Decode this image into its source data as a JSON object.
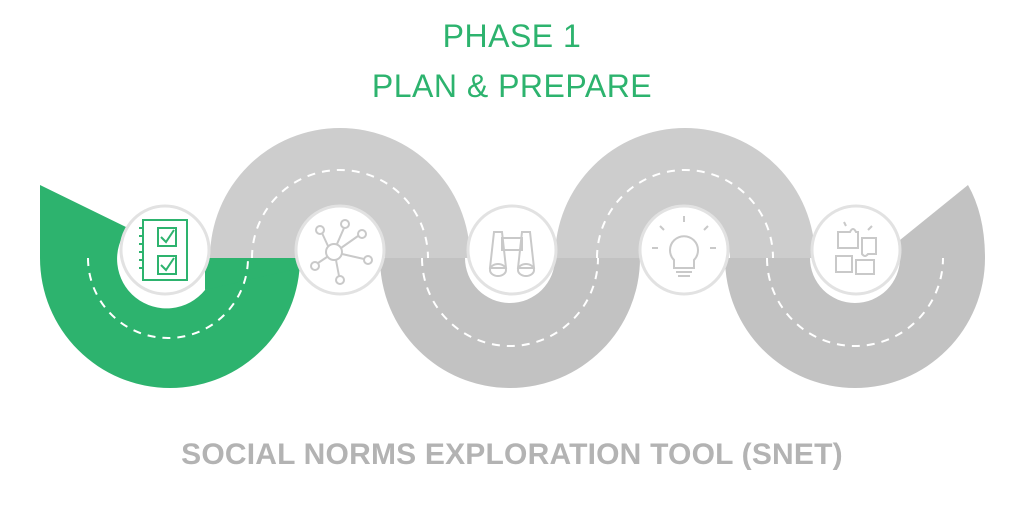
{
  "header": {
    "phase_label": "PHASE 1",
    "phase_name": "PLAN & PREPARE"
  },
  "road": {
    "active_color": "#2db36e",
    "inactive_color": "#c8c8c8",
    "inactive_color_dark": "#bdbdbd",
    "steps": [
      {
        "icon": "checklist-icon",
        "active": true
      },
      {
        "icon": "network-icon",
        "active": false
      },
      {
        "icon": "binoculars-icon",
        "active": false
      },
      {
        "icon": "lightbulb-icon",
        "active": false
      },
      {
        "icon": "puzzle-icon",
        "active": false
      }
    ]
  },
  "footer": {
    "tool_name": "SOCIAL NORMS EXPLORATION TOOL (SNET)"
  }
}
